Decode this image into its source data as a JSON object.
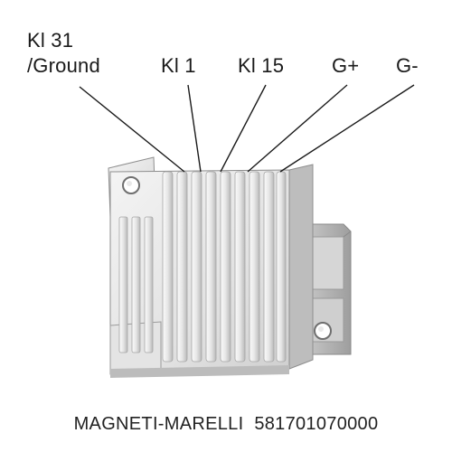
{
  "terminal_labels": {
    "kl31_line1": "Kl 31",
    "kl31_line2": "/Ground",
    "kl1": "Kl 1",
    "kl15": "Kl 15",
    "g_plus": "G+",
    "g_minus": "G-"
  },
  "footer": {
    "brand": "MAGNETI-MARELLI",
    "part_number": "581701070000"
  },
  "colors": {
    "body_light": "#f2f2f2",
    "body_mid": "#d8d8d8",
    "body_shadow": "#a8a8a8",
    "leader_line": "#1a1a1a"
  }
}
